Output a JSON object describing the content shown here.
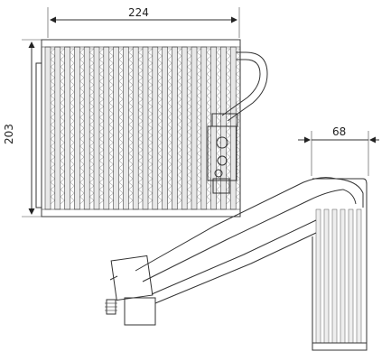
{
  "dimensions": {
    "width": "224",
    "height": "203",
    "depth": "68"
  },
  "colors": {
    "stroke": "#333333",
    "background": "#ffffff"
  }
}
